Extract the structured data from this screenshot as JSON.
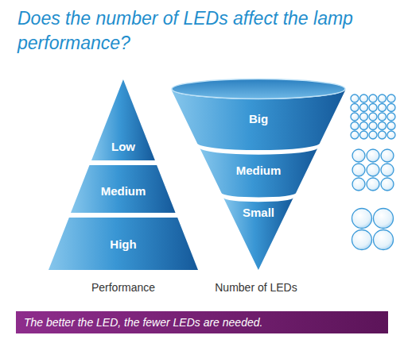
{
  "diagram": {
    "title": "Does the number of LEDs affect the lamp performance?",
    "caption": "The better the LED, the fewer LEDs are needed.",
    "nodes": [
      {
        "text": [
          "Low"
        ]
      },
      {
        "text": [
          "Medium"
        ]
      },
      {
        "text": [
          "High"
        ]
      },
      {
        "text": [
          "Big"
        ]
      },
      {
        "text": [
          "Medium"
        ]
      },
      {
        "text": [
          "Small"
        ]
      }
    ],
    "labels": [
      "Performance",
      "Number of LEDs"
    ]
  }
}
